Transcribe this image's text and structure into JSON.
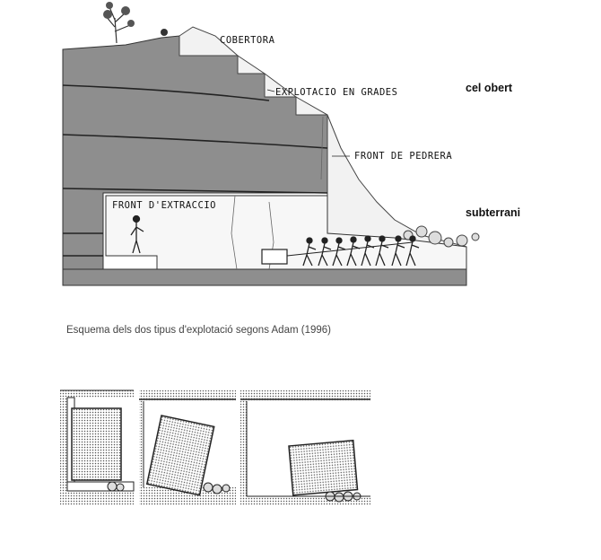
{
  "diagram": {
    "labels": {
      "cobertora": "COBERTORA",
      "explotacio_grades": "EXPLOTACIO EN GRADES",
      "front_pedrera": "FRONT DE PEDRERA",
      "front_extraccio": "FRONT D'EXTRACCIO"
    },
    "side_labels": {
      "open_sky": "cel obert",
      "underground": "subterrani"
    }
  },
  "caption": "Esquema dels dos tipus d'explotació segons Adam (1996)"
}
